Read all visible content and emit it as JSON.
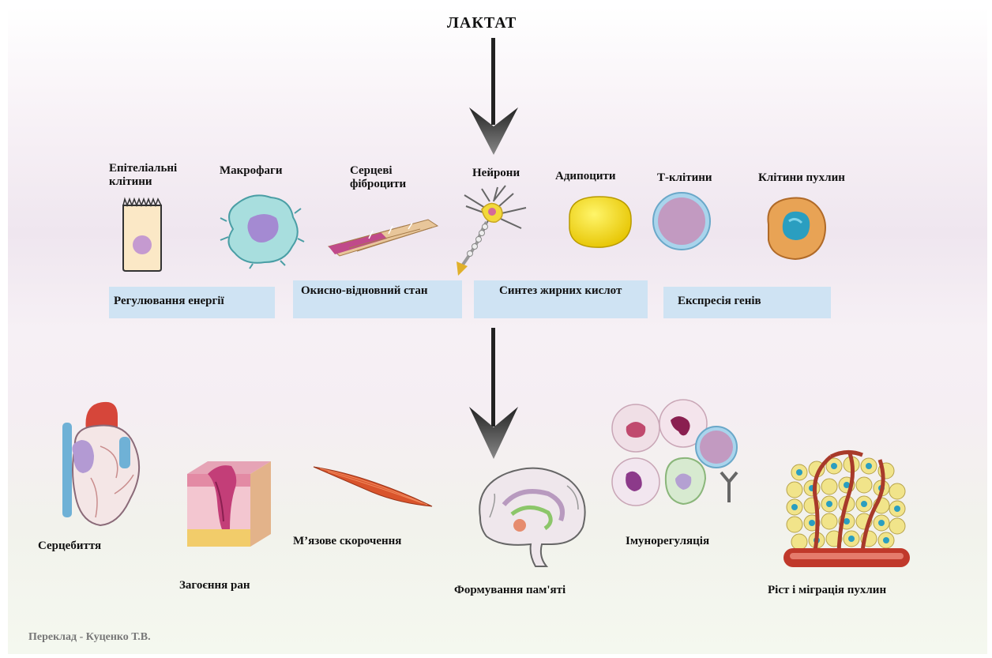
{
  "title": "ЛАКТАТ",
  "cells": [
    {
      "label": "Епітеліальні клітини",
      "icon": "epithelial-cell-icon"
    },
    {
      "label": "Макрофаги",
      "icon": "macrophage-icon"
    },
    {
      "label": "Серцеві фіброцити",
      "icon": "cardiac-fibrocyte-icon"
    },
    {
      "label": "Нейрони",
      "icon": "neuron-icon"
    },
    {
      "label": "Адипоцити",
      "icon": "adipocyte-icon"
    },
    {
      "label": "Т-клітини",
      "icon": "t-cell-icon"
    },
    {
      "label": "Клітини пухлин",
      "icon": "tumor-cell-icon"
    }
  ],
  "mechanisms": [
    {
      "label": "Регулювання енергії"
    },
    {
      "label": "Окисно-відновний стан"
    },
    {
      "label": "Синтез жирних кислот"
    },
    {
      "label": "Експресія генів"
    }
  ],
  "outcomes": [
    {
      "label": "Серцебиття",
      "icon": "heart-icon"
    },
    {
      "label": "Загоєння ран",
      "icon": "wound-tissue-icon"
    },
    {
      "label": "М’язове скорочення",
      "icon": "muscle-icon"
    },
    {
      "label": "Формування пам'яті",
      "icon": "brain-icon"
    },
    {
      "label": "Імунорегуляція",
      "icon": "immune-cells-icon"
    },
    {
      "label": "Ріст і міграція пухлин",
      "icon": "tumor-vessels-icon"
    }
  ],
  "credit": "Переклад - Куценко Т.В."
}
